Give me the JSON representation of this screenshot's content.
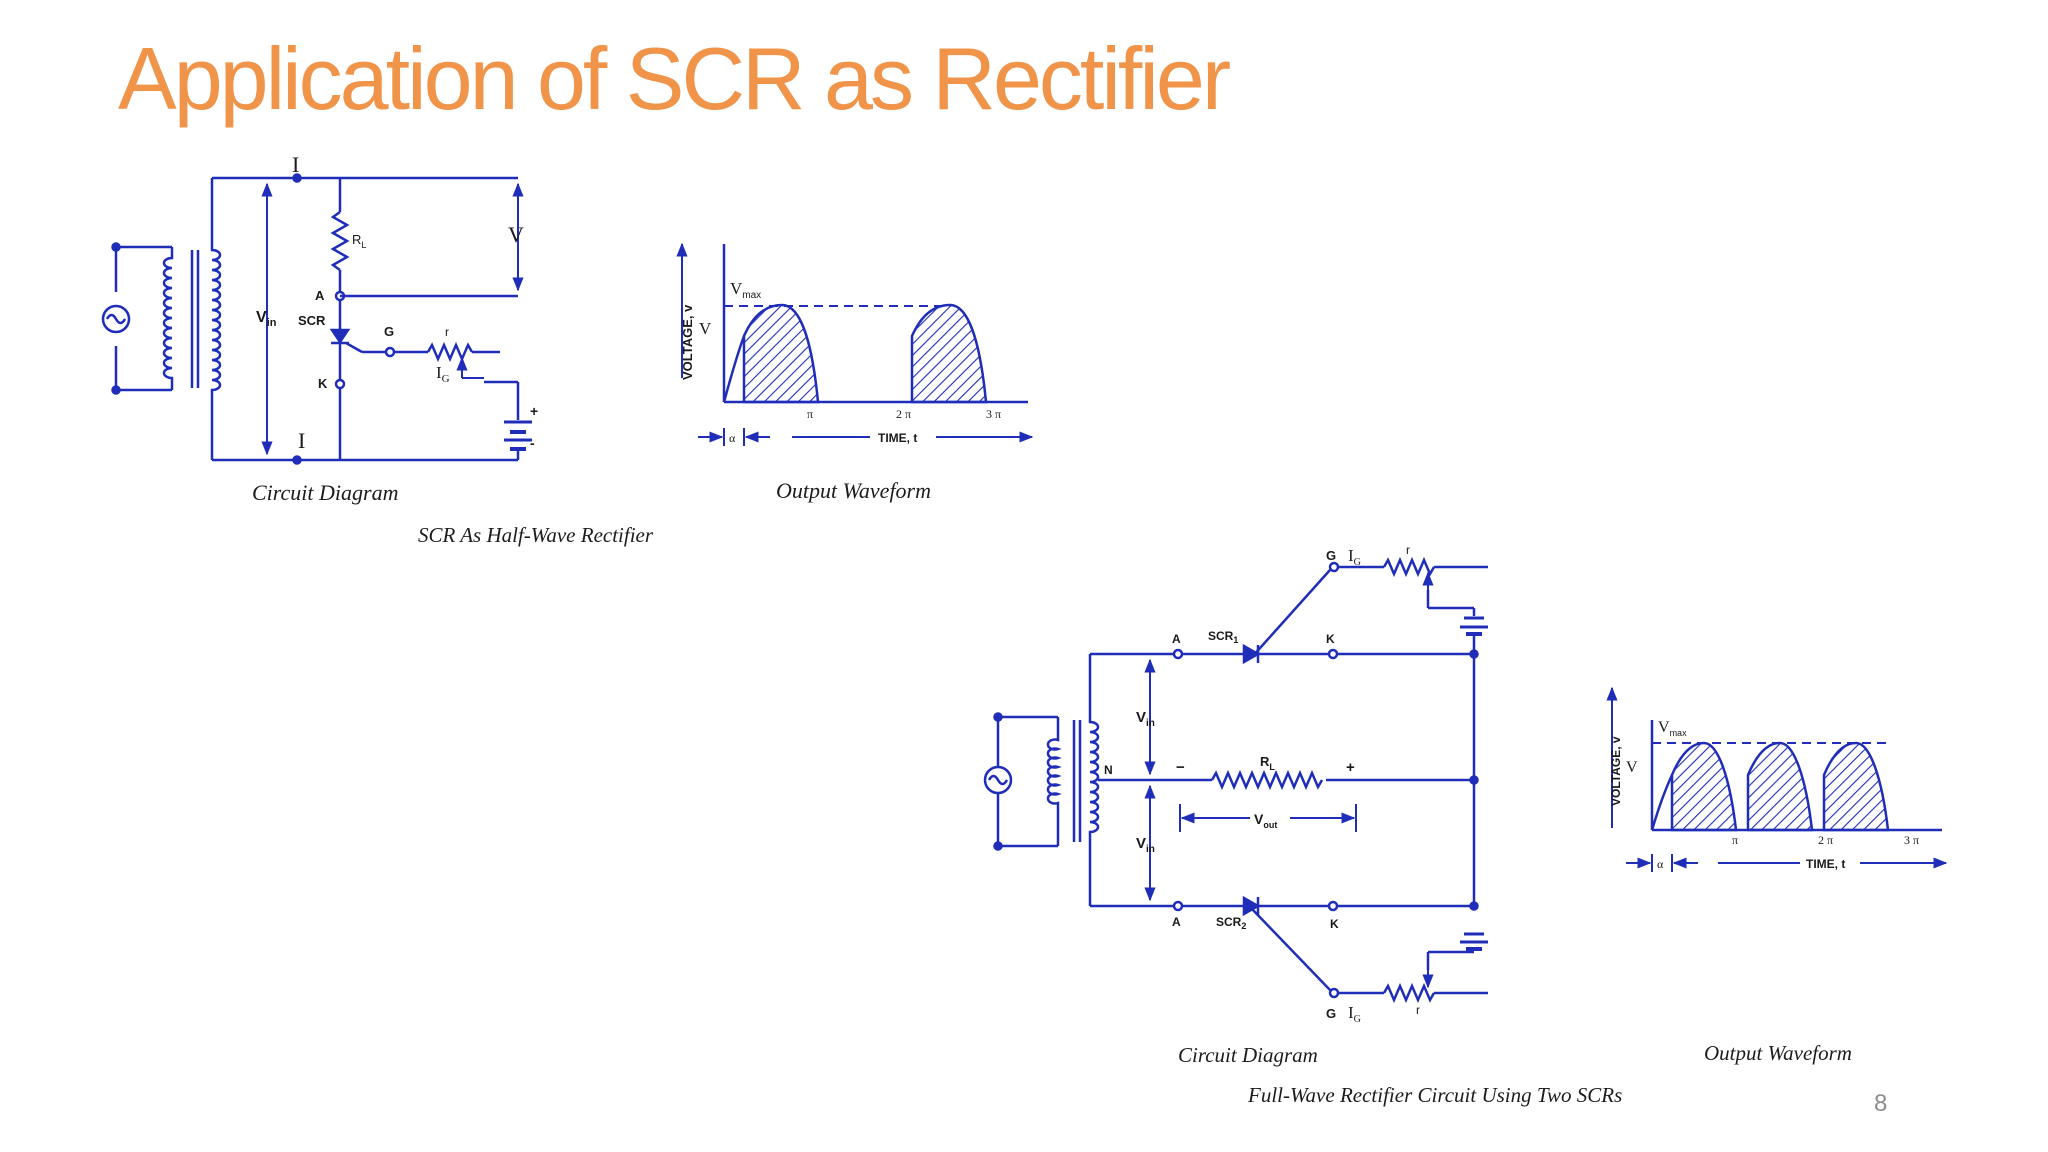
{
  "slide": {
    "title": "Application of SCR as Rectifier",
    "page_number": "8"
  },
  "colors": {
    "title": "#f0944a",
    "circuit": "#1f2db8",
    "caption": "#1c1c1c"
  },
  "half_wave": {
    "caption": "SCR As Half-Wave Rectifier",
    "circuit": {
      "caption": "Circuit Diagram",
      "labels": {
        "current_top": "I",
        "current_bottom": "I",
        "load": "R",
        "load_sub": "L",
        "output": "V",
        "input": "V",
        "input_sub": "in",
        "anode": "A",
        "device": "SCR",
        "gate": "G",
        "resistor": "r",
        "gate_current": "I",
        "gate_current_sub": "G",
        "cathode": "K",
        "battery_plus": "+",
        "battery_minus": "-"
      }
    },
    "waveform": {
      "caption": "Output Waveform",
      "y_label": "VOLTAGE, v",
      "x_label": "TIME, t",
      "vmax": "V",
      "vmax_sub": "max",
      "v": "V",
      "alpha": "α",
      "ticks": [
        "π",
        "2 π",
        "3 π"
      ]
    }
  },
  "full_wave": {
    "caption": "Full-Wave Rectifier Circuit Using Two SCRs",
    "circuit": {
      "caption": "Circuit Diagram",
      "labels": {
        "gate_top": "G",
        "gate_current_top": "I",
        "gate_current_top_sub": "G",
        "resistor_top": "r",
        "anode_top": "A",
        "scr1": "SCR",
        "scr1_sub": "1",
        "cathode_top": "K",
        "vin_top": "V",
        "vin_top_sub": "in",
        "center_tap": "N",
        "minus": "−",
        "plus": "+",
        "load": "R",
        "load_sub": "L",
        "vout": "V",
        "vout_sub": "out",
        "vin_bottom": "V",
        "vin_bottom_sub": "in",
        "anode_bottom": "A",
        "scr2": "SCR",
        "scr2_sub": "2",
        "cathode_bottom": "K",
        "gate_bottom": "G",
        "gate_current_bottom": "I",
        "gate_current_bottom_sub": "G",
        "resistor_bottom": "r"
      }
    },
    "waveform": {
      "caption": "Output Waveform",
      "y_label": "VOLTAGE, v",
      "x_label": "TIME, t",
      "vmax": "V",
      "vmax_sub": "max",
      "v": "V",
      "alpha": "α",
      "ticks": [
        "π",
        "2 π",
        "3 π"
      ]
    }
  }
}
